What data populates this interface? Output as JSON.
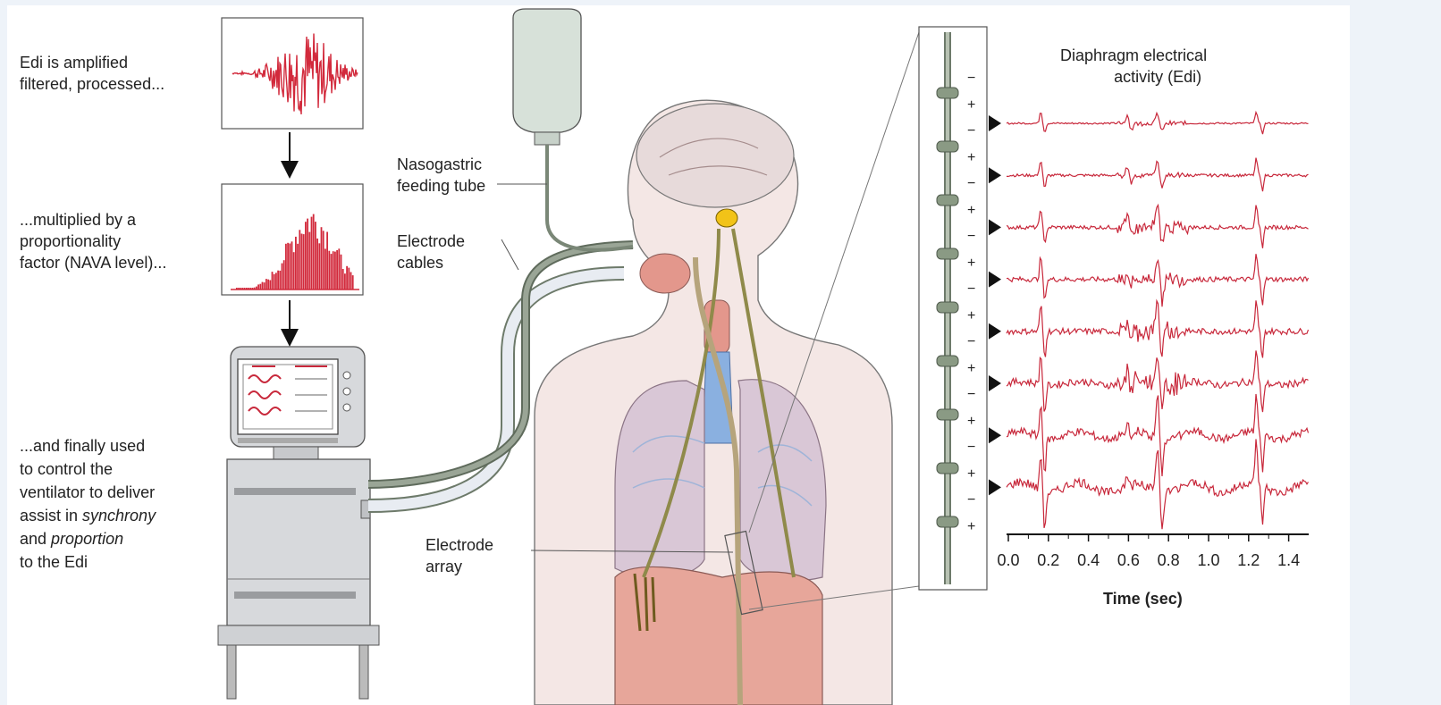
{
  "steps": {
    "step1": [
      "Edi is amplified",
      "filtered, processed..."
    ],
    "step2": [
      "...multiplied by a",
      "proportionality",
      "factor (NAVA level)..."
    ],
    "step3": [
      "...and finally used",
      "to control the",
      "ventilator to deliver",
      "assist in ",
      "synchrony",
      "and ",
      "proportion",
      "to the Edi"
    ]
  },
  "labels": {
    "feeding_tube": [
      "Nasogastric",
      "feeding tube"
    ],
    "cables": [
      "Electrode",
      "cables"
    ],
    "array": [
      "Electrode",
      "array"
    ]
  },
  "signal_panel": {
    "title": [
      "Diaphragm electrical",
      "activity (Edi)"
    ],
    "channel_count": 8,
    "electrode_signs": [
      "−",
      "+",
      "−",
      "+",
      "−",
      "+",
      "−",
      "+",
      "−",
      "+",
      "−",
      "+",
      "−",
      "+",
      "−",
      "+",
      "−",
      "+"
    ]
  },
  "chart_data": {
    "type": "line",
    "xlabel": "Time (sec)",
    "xticks": [
      "0.0",
      "0.2",
      "0.4",
      "0.6",
      "0.8",
      "1.0",
      "1.2",
      "1.4"
    ],
    "xlim": [
      0,
      1.5
    ],
    "series_color": "#c8283b",
    "channels": 8
  },
  "colors": {
    "waveform_red": "#d22a3c",
    "electrode_green": "#8a9a84",
    "lung_pink": "#cfb3c8",
    "organ_pink": "#dd8e84",
    "ventilator_gray": "#d7d9dc"
  },
  "icons": [
    "arrow-down-icon",
    "arrow-right-marker-icon",
    "ventilator-icon"
  ]
}
